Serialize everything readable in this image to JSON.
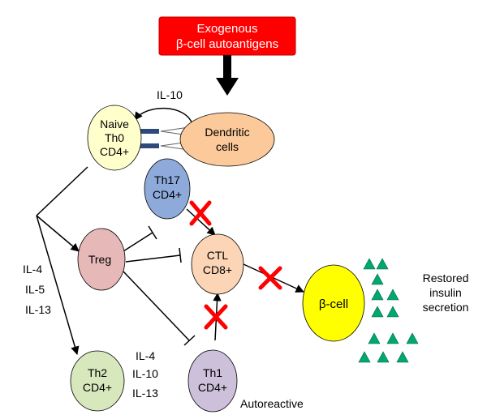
{
  "antigen_box": {
    "line1": "Exogenous",
    "line2": "β-cell autoantigens",
    "color": "#ff0000"
  },
  "cells": {
    "naive": {
      "lines": [
        "Naive",
        "Th0",
        "CD4+"
      ],
      "color": "#ffffcc"
    },
    "dendritic": {
      "lines": [
        "Dendritic",
        "cells"
      ],
      "color": "#fbc99a"
    },
    "th17": {
      "lines": [
        "Th17",
        "CD4+"
      ],
      "color": "#8eaadb"
    },
    "treg": {
      "lines": [
        "Treg"
      ],
      "color": "#e6b8b8"
    },
    "ctl": {
      "lines": [
        "CTL",
        "CD8+"
      ],
      "color": "#fbd5b5"
    },
    "th2": {
      "lines": [
        "Th2",
        "CD4+"
      ],
      "color": "#d7e8bc"
    },
    "th1": {
      "lines": [
        "Th1",
        "CD4+"
      ],
      "color": "#ccc0da"
    },
    "beta": {
      "lines": [
        "β-cell"
      ],
      "color": "#ffff00"
    }
  },
  "labels": {
    "il10_top": "IL-10",
    "th2_cytokines": [
      "IL-4",
      "IL-5",
      "IL-13"
    ],
    "th1_cytokines": [
      "IL-4",
      "IL-10",
      "IL-13"
    ],
    "autoreactive": "Autoreactive",
    "restored": [
      "Restored",
      "insulin",
      "secretion"
    ]
  },
  "colors": {
    "block_mark": "#ff0000",
    "triangle": "#00a86b",
    "receptor": "#2e4a7a"
  }
}
